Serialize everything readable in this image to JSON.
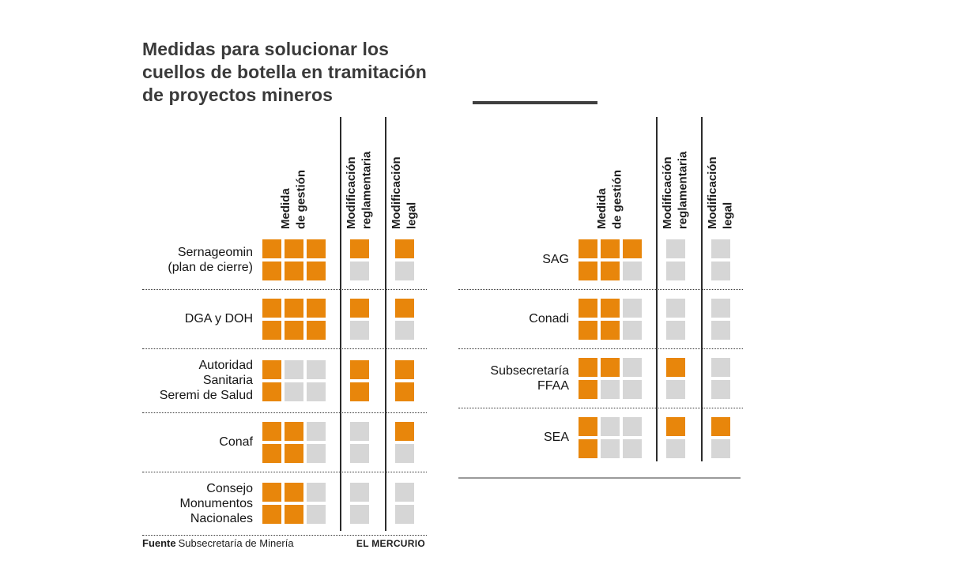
{
  "title": "Medidas para solucionar los cuellos de botella en tramitación de proyectos mineros",
  "title_lines": [
    "Medidas para solucionar los",
    "cuellos de botella en tramitación",
    "de proyectos mineros"
  ],
  "footer": {
    "source_label": "Fuente",
    "source_text": "Subsecretaría de Minería",
    "credit": "EL MERCURIO"
  },
  "chart_data": {
    "type": "heatmap",
    "title": "Medidas para solucionar los cuellos de botella en tramitación de proyectos mineros",
    "columns": [
      {
        "key": "gestion",
        "label": "Medida de gestión",
        "lines": [
          "Medida",
          "de gestión"
        ]
      },
      {
        "key": "reglamentaria",
        "label": "Modificación reglamentaria",
        "lines": [
          "Modificación",
          "reglamentaria"
        ]
      },
      {
        "key": "legal",
        "label": "Modificación legal",
        "lines": [
          "Modificación",
          "legal"
        ]
      }
    ],
    "colors": {
      "filled": "#e8860b",
      "empty": "#d6d6d6"
    },
    "cell_values": {
      "1": "filled (orange)",
      "0": "empty (gray)"
    },
    "panels": [
      {
        "name": "left",
        "rows": [
          {
            "key": "sernageomin",
            "label": "Sernageomin (plan de cierre)",
            "label_lines": [
              "Sernageomin",
              "(plan de cierre)"
            ],
            "gestion": [
              [
                1,
                1,
                1
              ],
              [
                1,
                1,
                1
              ]
            ],
            "reglamentaria": [
              1,
              0
            ],
            "legal": [
              1,
              0
            ]
          },
          {
            "key": "dga-doh",
            "label": "DGA y DOH",
            "label_lines": [
              "DGA y DOH"
            ],
            "gestion": [
              [
                1,
                1,
                1
              ],
              [
                1,
                1,
                1
              ]
            ],
            "reglamentaria": [
              1,
              0
            ],
            "legal": [
              1,
              0
            ]
          },
          {
            "key": "autoridad-sanitaria",
            "label": "Autoridad Sanitaria Seremi de Salud",
            "label_lines": [
              "Autoridad",
              "Sanitaria",
              "Seremi de Salud"
            ],
            "gestion": [
              [
                1,
                0,
                0
              ],
              [
                1,
                0,
                0
              ]
            ],
            "reglamentaria": [
              1,
              1
            ],
            "legal": [
              1,
              1
            ]
          },
          {
            "key": "conaf",
            "label": "Conaf",
            "label_lines": [
              "Conaf"
            ],
            "gestion": [
              [
                1,
                1,
                0
              ],
              [
                1,
                1,
                0
              ]
            ],
            "reglamentaria": [
              0,
              0
            ],
            "legal": [
              1,
              0
            ]
          },
          {
            "key": "consejo-monumentos",
            "label": "Consejo Monumentos Nacionales",
            "label_lines": [
              "Consejo",
              "Monumentos",
              "Nacionales"
            ],
            "gestion": [
              [
                1,
                1,
                0
              ],
              [
                1,
                1,
                0
              ]
            ],
            "reglamentaria": [
              0,
              0
            ],
            "legal": [
              0,
              0
            ]
          }
        ]
      },
      {
        "name": "right",
        "rows": [
          {
            "key": "sag",
            "label": "SAG",
            "label_lines": [
              "SAG"
            ],
            "gestion": [
              [
                1,
                1,
                1
              ],
              [
                1,
                1,
                0
              ]
            ],
            "reglamentaria": [
              0,
              0
            ],
            "legal": [
              0,
              0
            ]
          },
          {
            "key": "conadi",
            "label": "Conadi",
            "label_lines": [
              "Conadi"
            ],
            "gestion": [
              [
                1,
                1,
                0
              ],
              [
                1,
                1,
                0
              ]
            ],
            "reglamentaria": [
              0,
              0
            ],
            "legal": [
              0,
              0
            ]
          },
          {
            "key": "subsecretaria-ffaa",
            "label": "Subsecretaría FFAA",
            "label_lines": [
              "Subsecretaría",
              "FFAA"
            ],
            "gestion": [
              [
                1,
                1,
                0
              ],
              [
                1,
                0,
                0
              ]
            ],
            "reglamentaria": [
              1,
              0
            ],
            "legal": [
              0,
              0
            ]
          },
          {
            "key": "sea",
            "label": "SEA",
            "label_lines": [
              "SEA"
            ],
            "gestion": [
              [
                1,
                0,
                0
              ],
              [
                1,
                0,
                0
              ]
            ],
            "reglamentaria": [
              1,
              0
            ],
            "legal": [
              1,
              0
            ]
          }
        ]
      }
    ]
  }
}
